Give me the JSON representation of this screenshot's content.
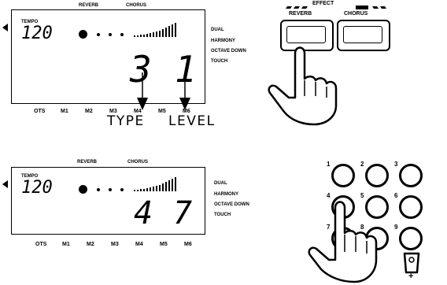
{
  "panel_top": {
    "tempo_label": "TEMPO",
    "tempo_value": "120",
    "reverb_label": "REVERB",
    "chorus_label": "CHORUS",
    "right_labels": [
      "DUAL",
      "HARMONY",
      "OCTAVE DOWN",
      "TOUCH"
    ],
    "digit_left": "3",
    "digit_right": "1",
    "bottom_labels": [
      "OTS",
      "M1",
      "M2",
      "M3",
      "M4",
      "M5",
      "M6"
    ]
  },
  "annotations": {
    "type_label": "TYPE",
    "level_label": "LEVEL"
  },
  "effect_panel": {
    "title": "EFFECT",
    "reverb_button": "REVERB",
    "chorus_button": "CHORUS"
  },
  "panel_bottom": {
    "tempo_label": "TEMPO",
    "tempo_value": "120",
    "reverb_label": "REVERB",
    "chorus_label": "CHORUS",
    "right_labels": [
      "DUAL",
      "HARMONY",
      "OCTAVE DOWN",
      "TOUCH"
    ],
    "digit_left": "4",
    "digit_right": "7",
    "bottom_labels": [
      "OTS",
      "M1",
      "M2",
      "M3",
      "M4",
      "M5",
      "M6"
    ]
  },
  "keypad": {
    "numbers": [
      "1",
      "2",
      "3",
      "4",
      "5",
      "6",
      "7",
      "8",
      "9"
    ],
    "plus_label": "+"
  }
}
